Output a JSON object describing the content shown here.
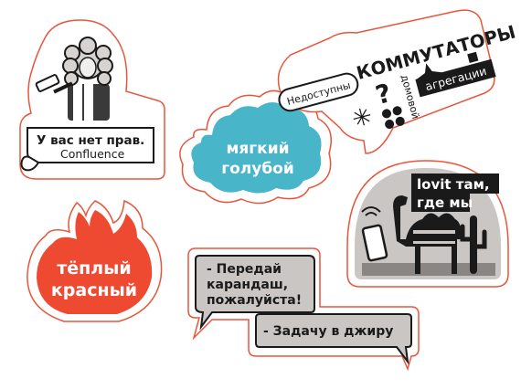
{
  "stickers": {
    "judge": {
      "line1": "У вас нет прав.",
      "line2": "Confluence"
    },
    "cloud": {
      "line1": "мягкий",
      "line2": "голубой"
    },
    "commutators": {
      "pill": "Недоступны",
      "title": "КОММУТАТОРЫ",
      "side": "домовой",
      "bar": "агрегации"
    },
    "camel": {
      "line1": "lovit там,",
      "line2": "где мы"
    },
    "fire": {
      "line1": "тёплый",
      "line2": "красный"
    },
    "chat": {
      "bubble1_line1": "- Передай",
      "bubble1_line2": "карандаш,",
      "bubble1_line3": "пожалуйста!",
      "bubble2": "- Задачу в джиру"
    }
  },
  "colors": {
    "cut_line": "#e8553b",
    "cloud": "#49b5c9",
    "fire": "#ee4a32",
    "gray": "#c9c6c4",
    "dark": "#1a1a1a"
  }
}
